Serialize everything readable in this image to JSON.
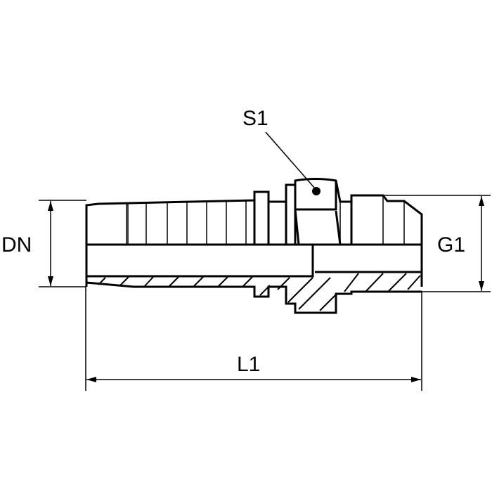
{
  "labels": {
    "dn": "DN",
    "g1": "G1",
    "l1": "L1",
    "s1": "S1"
  },
  "colors": {
    "line": "#000000",
    "background": "#ffffff"
  }
}
